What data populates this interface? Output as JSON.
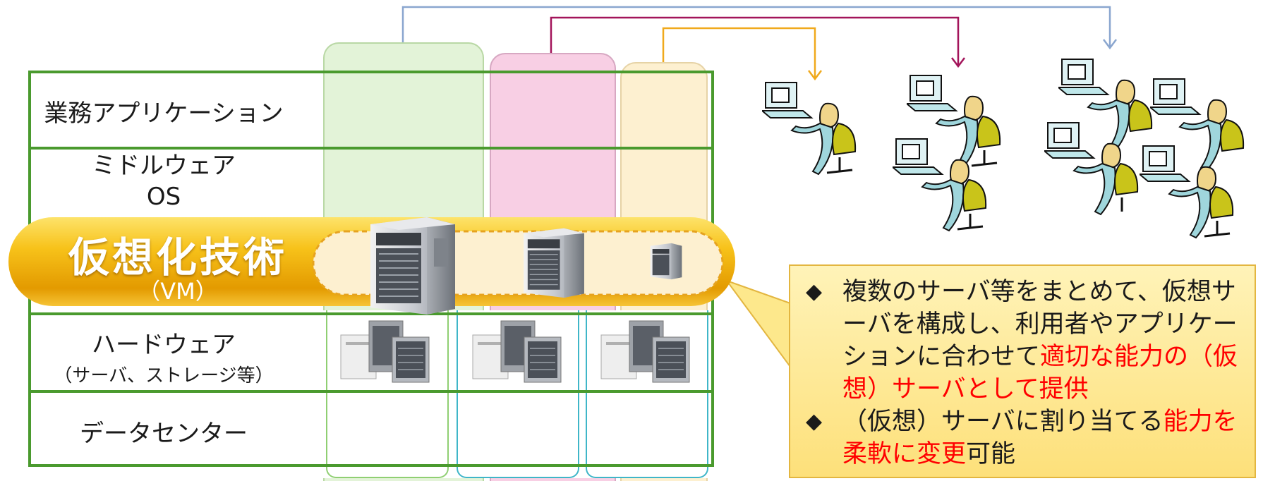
{
  "layers": {
    "business_apps": "業務アプリケーション",
    "middleware": "ミドルウェア",
    "os": "OS",
    "hardware": "ハードウェア",
    "hardware_sub": "（サーバ、ストレージ等）",
    "datacenter": "データセンター"
  },
  "virtualization": {
    "title": "仮想化技術",
    "subtitle": "（VM）"
  },
  "callout": {
    "bullet_mark": "◆",
    "bullet1": {
      "before": "複数のサーバ等をまとめて、仮想サーバを構成し、利用者やアプリケーションに合わせて",
      "highlight": "適切な能力の（仮想）サーバとして提供"
    },
    "bullet2": {
      "before": "（仮想）サーバに割り当てる",
      "highlight": "能力を柔軟に変更",
      "after": "可能"
    }
  },
  "colors": {
    "layer_border": "#4a9a2e",
    "col_green": "#e3f3d8",
    "col_pink": "#f8cfe4",
    "col_yellow": "#fdf0d0",
    "arrow_blue": "#8aa6cf",
    "arrow_magenta": "#a3145a",
    "arrow_orange": "#f0a91c",
    "vm_gold": "#f5b800",
    "callout_bg": "#fde88c",
    "highlight_red": "#ff0000"
  },
  "icons": [
    "server-tower-icon",
    "server-cluster-icon",
    "user-at-computer-icon"
  ]
}
